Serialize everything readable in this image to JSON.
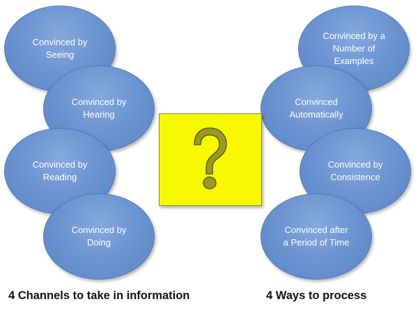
{
  "left_group": {
    "caption": "4 Channels to take in information",
    "bubbles": [
      {
        "label": "Convinced by\nSeeing"
      },
      {
        "label": "Convinced by\nHearing"
      },
      {
        "label": "Convinced by\nReading"
      },
      {
        "label": "Convinced by\nDoing"
      }
    ]
  },
  "right_group": {
    "caption": "4 Ways to process",
    "bubbles": [
      {
        "label": "Convinced by a\nNumber of\nExamples"
      },
      {
        "label": "Convinced\nAutomatically"
      },
      {
        "label": "Convinced by\nConsistence"
      },
      {
        "label": "Convinced after\na Period of Time"
      }
    ]
  },
  "center": {
    "icon": "question-mark-icon"
  },
  "colors": {
    "bubble": "#6d95d2",
    "bubble_border": "#4f78b8",
    "center_box": "#f8f800",
    "question_mark": "#9a9a22"
  }
}
